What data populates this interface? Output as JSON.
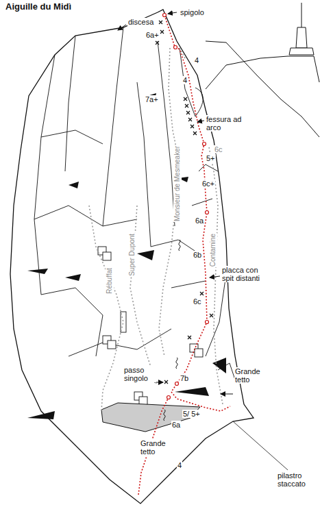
{
  "diagram": {
    "title": "Aiguille du Midì",
    "labels": [
      "spigolo",
      "discesa",
      "6a+",
      "4",
      "4",
      "7a+",
      "fessura ad arco",
      "6c",
      "5+",
      "6c+",
      "Monsieur de Mesmeaker",
      "6a",
      "6b",
      "Contamine",
      "placca con spit distanti",
      "6c",
      "Super Dupont",
      "Rébuffat",
      "passo singolo",
      "7b",
      "Grande tetto",
      "5/ 5+",
      "6a",
      "Grande tetto",
      "4",
      "pilastro staccato"
    ]
  }
}
